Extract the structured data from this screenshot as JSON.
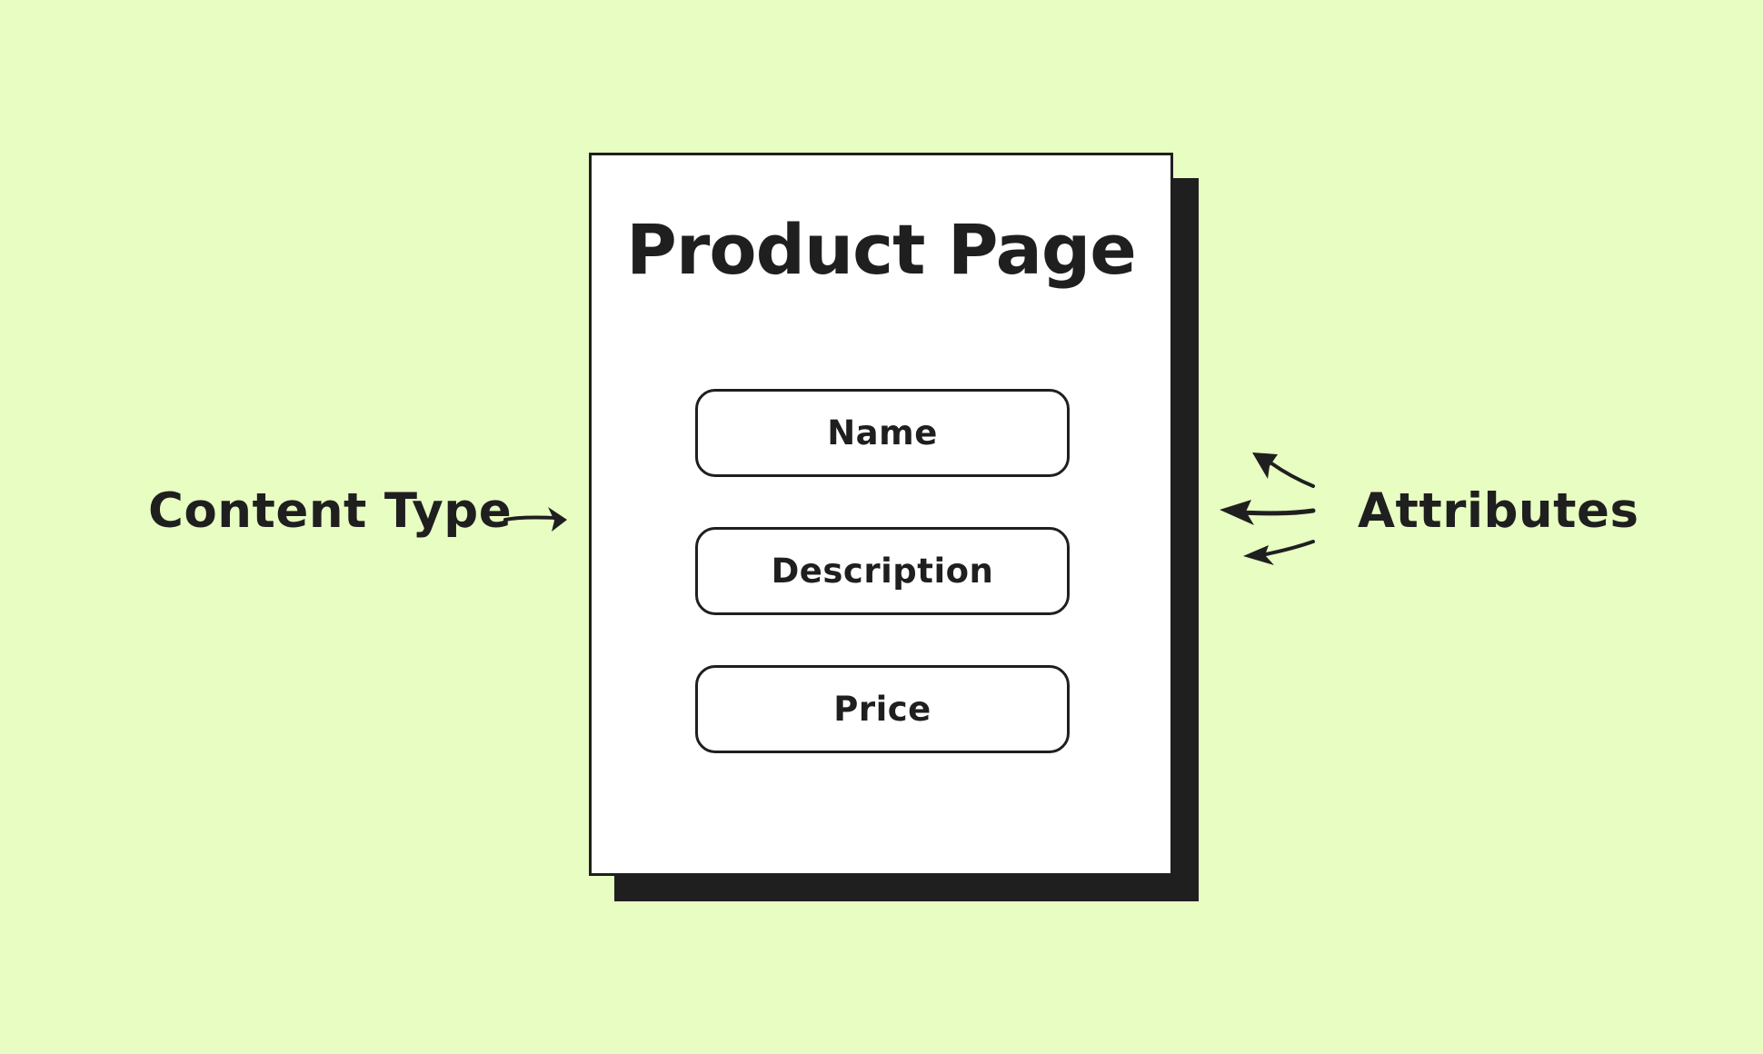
{
  "colors": {
    "background": "#e8fdc2",
    "ink": "#1f1f1f",
    "card": "#ffffff"
  },
  "diagram": {
    "title": "Product Page",
    "fields": [
      {
        "label": "Name"
      },
      {
        "label": "Description"
      },
      {
        "label": "Price"
      }
    ],
    "left_label": "Content Type",
    "right_label": "Attributes"
  }
}
